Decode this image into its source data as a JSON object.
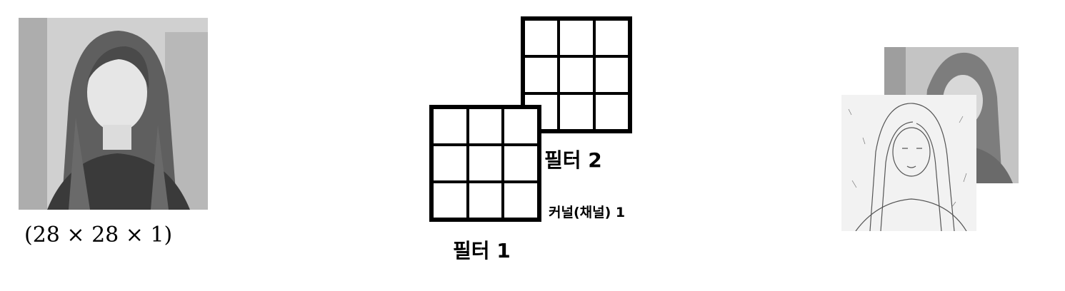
{
  "input": {
    "shape_label": "(28 × 28 × 1)"
  },
  "filters": [
    {
      "label": "필터 1"
    },
    {
      "label": "필터 2"
    }
  ],
  "kernel_label": "커널(채널) 1"
}
